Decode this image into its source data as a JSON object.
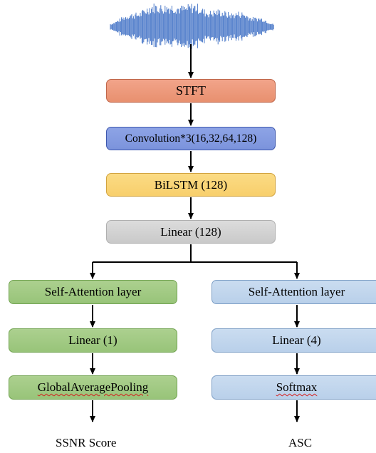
{
  "blocks": {
    "stft": "STFT",
    "conv": "Convolution*3(16,32,64,128)",
    "bilstm": "BiLSTM (128)",
    "linear_shared": "Linear (128)"
  },
  "left_branch": {
    "attention": "Self-Attention layer",
    "linear": "Linear (1)",
    "pooling": "GlobalAveragePooling",
    "output": "SSNR Score"
  },
  "right_branch": {
    "attention": "Self-Attention layer",
    "linear": "Linear (4)",
    "softmax": "Softmax",
    "output": "ASC"
  },
  "colors": {
    "stft": "#e8906f",
    "conv": "#7b93dc",
    "bilstm": "#f8cf6c",
    "linear": "#c9c9c9",
    "left_branch": "#98c479",
    "right_branch": "#b9d0ea",
    "waveform": "#4a78c8"
  },
  "icons": {
    "input": "audio-waveform"
  }
}
